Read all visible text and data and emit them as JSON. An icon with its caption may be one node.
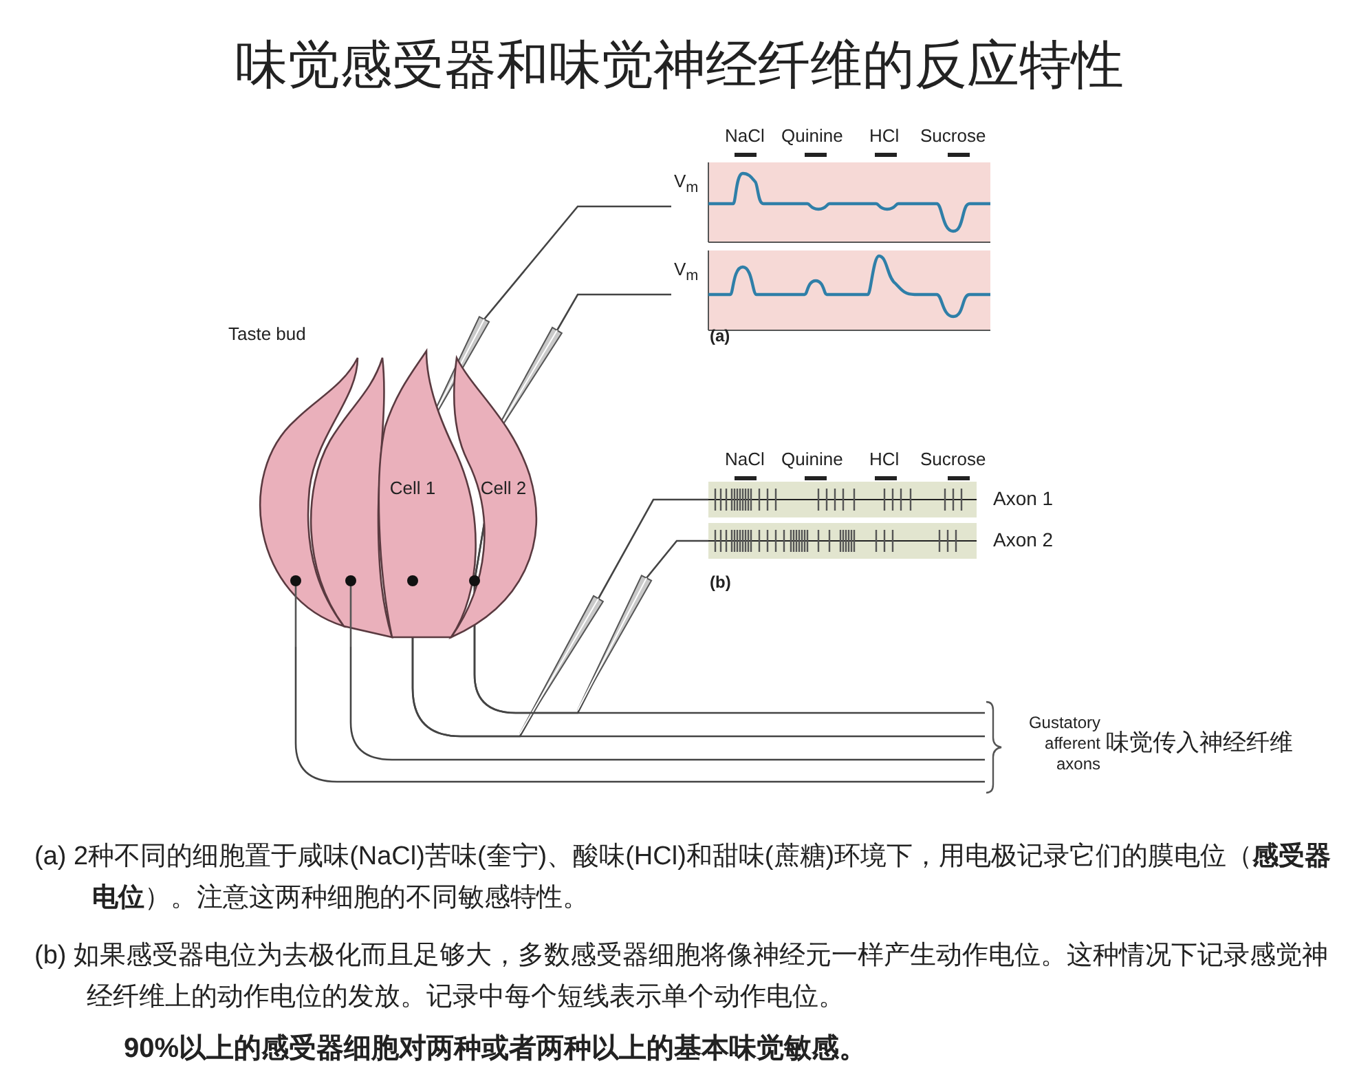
{
  "diagram": {
    "title": "味觉感受器和味觉神经纤维的反应特性",
    "nodes": [
      {
        "text": [
          "Taste bud"
        ]
      },
      {
        "text": [
          "Cell 1"
        ],
        "in": 0
      },
      {
        "text": [
          "Cell 2"
        ],
        "in": 0
      },
      {
        "text": [
          "V$_{m}$"
        ]
      },
      {
        "text": [
          "V$_{m}$"
        ]
      },
      {
        "text": [
          "Axon 1"
        ]
      },
      {
        "text": [
          "Axon 2"
        ]
      },
      {
        "text": [
          "Gustatory afferent axons",
          "味觉传入神经纤维"
        ]
      }
    ],
    "edges": [
      {
        "from": 1,
        "to": 3,
        "arrow": "none"
      },
      {
        "from": 2,
        "to": 4,
        "arrow": "none"
      },
      {
        "from": 0,
        "to": 7,
        "arrow": "none"
      },
      {
        "from": 0,
        "to": 7,
        "arrow": "none"
      },
      {
        "from": 1,
        "to": 7,
        "arrow": "none"
      },
      {
        "from": 2,
        "to": 7,
        "arrow": "none"
      },
      {
        "from": 1,
        "to": 5,
        "arrow": "none"
      },
      {
        "from": 2,
        "to": 6,
        "arrow": "none"
      }
    ],
    "labels": [
      "NaCl",
      "Quinine",
      "HCl",
      "Sucrose",
      "(a)",
      "NaCl",
      "Quinine",
      "HCl",
      "Sucrose",
      "(b)",
      "(a)  2种不同的细胞置于咸味(NaCl)苦味(奎宁)、酸味(HCl)和甜味(蔗糖)环境下，用电极记录它们的膜电位（**感受器电位**）。注意这两种细胞的不同敏感特性。",
      "(b) 如果感受器电位为去极化而且足够大，多数感受器细胞将像神经元一样产生动作电位。这种情况下记录感觉神经纤维上的动作电位的发放。记录中每个短线表示单个动作电位。",
      "90%以上的感受器细胞对两种或者两种以上的基本味觉敏感。"
    ]
  }
}
